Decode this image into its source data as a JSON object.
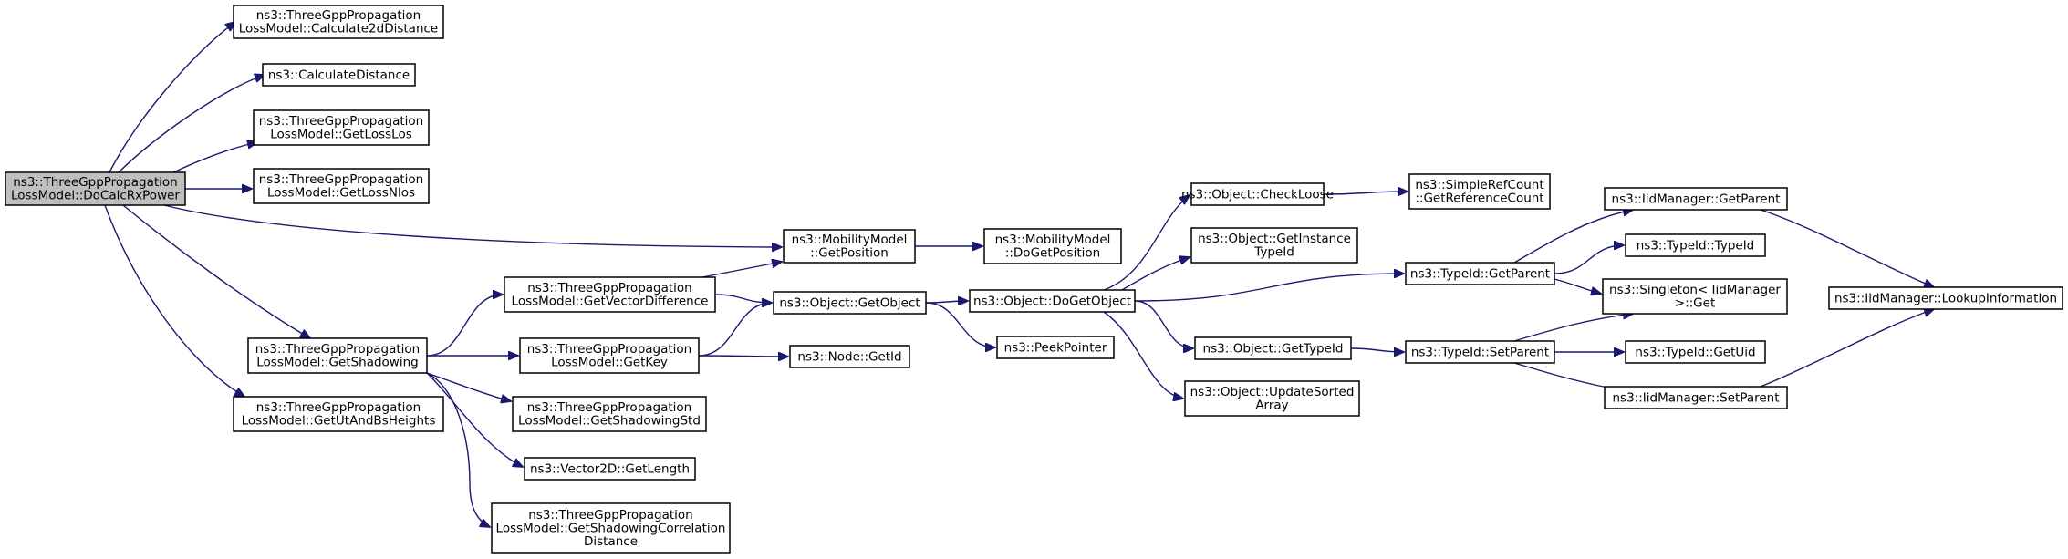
{
  "graph": {
    "nodes": {
      "n0": [
        "ns3::ThreeGppPropagation",
        "LossModel::DoCalcRxPower"
      ],
      "n1": [
        "ns3::ThreeGppPropagation",
        "LossModel::Calculate2dDistance"
      ],
      "n2": [
        "ns3::CalculateDistance"
      ],
      "n3": [
        "ns3::ThreeGppPropagation",
        "LossModel::GetLossLos"
      ],
      "n4": [
        "ns3::ThreeGppPropagation",
        "LossModel::GetLossNlos"
      ],
      "n5": [
        "ns3::MobilityModel",
        "::GetPosition"
      ],
      "n6": [
        "ns3::ThreeGppPropagation",
        "LossModel::GetShadowing"
      ],
      "n7": [
        "ns3::ThreeGppPropagation",
        "LossModel::GetUtAndBsHeights"
      ],
      "n8": [
        "ns3::MobilityModel",
        "::DoGetPosition"
      ],
      "n9": [
        "ns3::ThreeGppPropagation",
        "LossModel::GetVectorDifference"
      ],
      "n10": [
        "ns3::ThreeGppPropagation",
        "LossModel::GetKey"
      ],
      "n11": [
        "ns3::ThreeGppPropagation",
        "LossModel::GetShadowingStd"
      ],
      "n12": [
        "ns3::Vector2D::GetLength"
      ],
      "n13": [
        "ns3::ThreeGppPropagation",
        "LossModel::GetShadowingCorrelation",
        "Distance"
      ],
      "n14": [
        "ns3::Object::GetObject"
      ],
      "n15": [
        "ns3::Node::GetId"
      ],
      "n16": [
        "ns3::Object::DoGetObject"
      ],
      "n17": [
        "ns3::PeekPointer"
      ],
      "n18": [
        "ns3::Object::CheckLoose"
      ],
      "n19": [
        "ns3::Object::GetInstance",
        "TypeId"
      ],
      "n20": [
        "ns3::Object::GetTypeId"
      ],
      "n21": [
        "ns3::Object::UpdateSorted",
        "Array"
      ],
      "n22": [
        "ns3::SimpleRefCount",
        "::GetReferenceCount"
      ],
      "n23": [
        "ns3::TypeId::GetParent"
      ],
      "n24": [
        "ns3::TypeId::SetParent"
      ],
      "n25": [
        "ns3::IidManager::GetParent"
      ],
      "n26": [
        "ns3::TypeId::TypeId"
      ],
      "n27": [
        "ns3::Singleton< IidManager",
        " >::Get"
      ],
      "n28": [
        "ns3::TypeId::GetUid"
      ],
      "n29": [
        "ns3::IidManager::SetParent"
      ],
      "n30": [
        "ns3::IidManager::LookupInformation"
      ]
    },
    "edges": [
      [
        "n0",
        "n1"
      ],
      [
        "n0",
        "n2"
      ],
      [
        "n0",
        "n3"
      ],
      [
        "n0",
        "n4"
      ],
      [
        "n0",
        "n5"
      ],
      [
        "n0",
        "n6"
      ],
      [
        "n0",
        "n7"
      ],
      [
        "n5",
        "n8"
      ],
      [
        "n6",
        "n9"
      ],
      [
        "n6",
        "n10"
      ],
      [
        "n6",
        "n11"
      ],
      [
        "n6",
        "n12"
      ],
      [
        "n6",
        "n13"
      ],
      [
        "n9",
        "n5"
      ],
      [
        "n9",
        "n14"
      ],
      [
        "n10",
        "n14"
      ],
      [
        "n10",
        "n15"
      ],
      [
        "n14",
        "n16"
      ],
      [
        "n14",
        "n17"
      ],
      [
        "n16",
        "n18"
      ],
      [
        "n16",
        "n19"
      ],
      [
        "n16",
        "n20"
      ],
      [
        "n16",
        "n21"
      ],
      [
        "n16",
        "n23"
      ],
      [
        "n18",
        "n22"
      ],
      [
        "n20",
        "n24"
      ],
      [
        "n23",
        "n25"
      ],
      [
        "n23",
        "n26"
      ],
      [
        "n23",
        "n27"
      ],
      [
        "n24",
        "n27"
      ],
      [
        "n24",
        "n28"
      ],
      [
        "n24",
        "n29"
      ],
      [
        "n25",
        "n30"
      ],
      [
        "n29",
        "n30"
      ]
    ]
  }
}
